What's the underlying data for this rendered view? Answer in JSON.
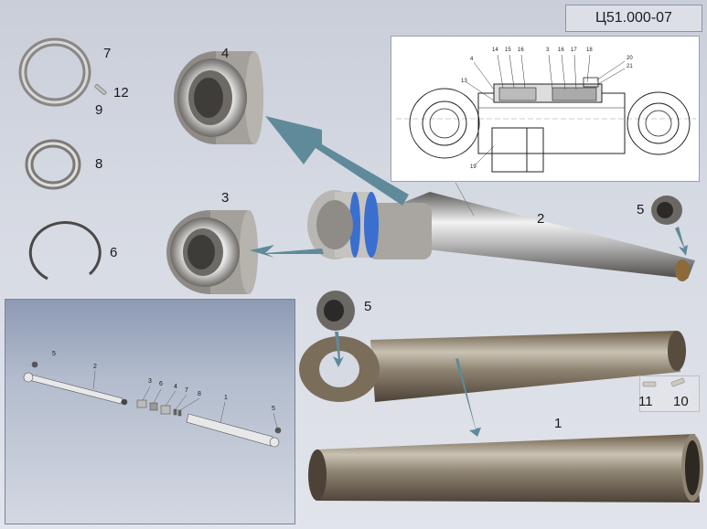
{
  "title": "Ц51.000-07",
  "callouts": {
    "c7": "7",
    "c12": "12",
    "c9": "9",
    "c8": "8",
    "c6": "6",
    "c4": "4",
    "c3": "3",
    "c2": "2",
    "c5a": "5",
    "c5b": "5",
    "c1": "1",
    "c11": "11",
    "c10": "10"
  },
  "drawing_labels": {
    "d14": "14",
    "d15": "15",
    "d16a": "16",
    "d3": "3",
    "d16b": "16",
    "d17": "17",
    "d18": "18",
    "d4": "4",
    "d20": "20",
    "d21": "21",
    "d13": "13",
    "d19": "19"
  },
  "inset_labels": {
    "i5a": "5",
    "i2": "2",
    "i3": "3",
    "i6": "6",
    "i4": "4",
    "i7": "7",
    "i8": "8",
    "i1": "1",
    "i5b": "5"
  },
  "colors": {
    "arrow": "#5f8a99",
    "metal_light": "#d9dadc",
    "metal_dark": "#6e6a66",
    "seal_blue": "#3a6fd0"
  }
}
